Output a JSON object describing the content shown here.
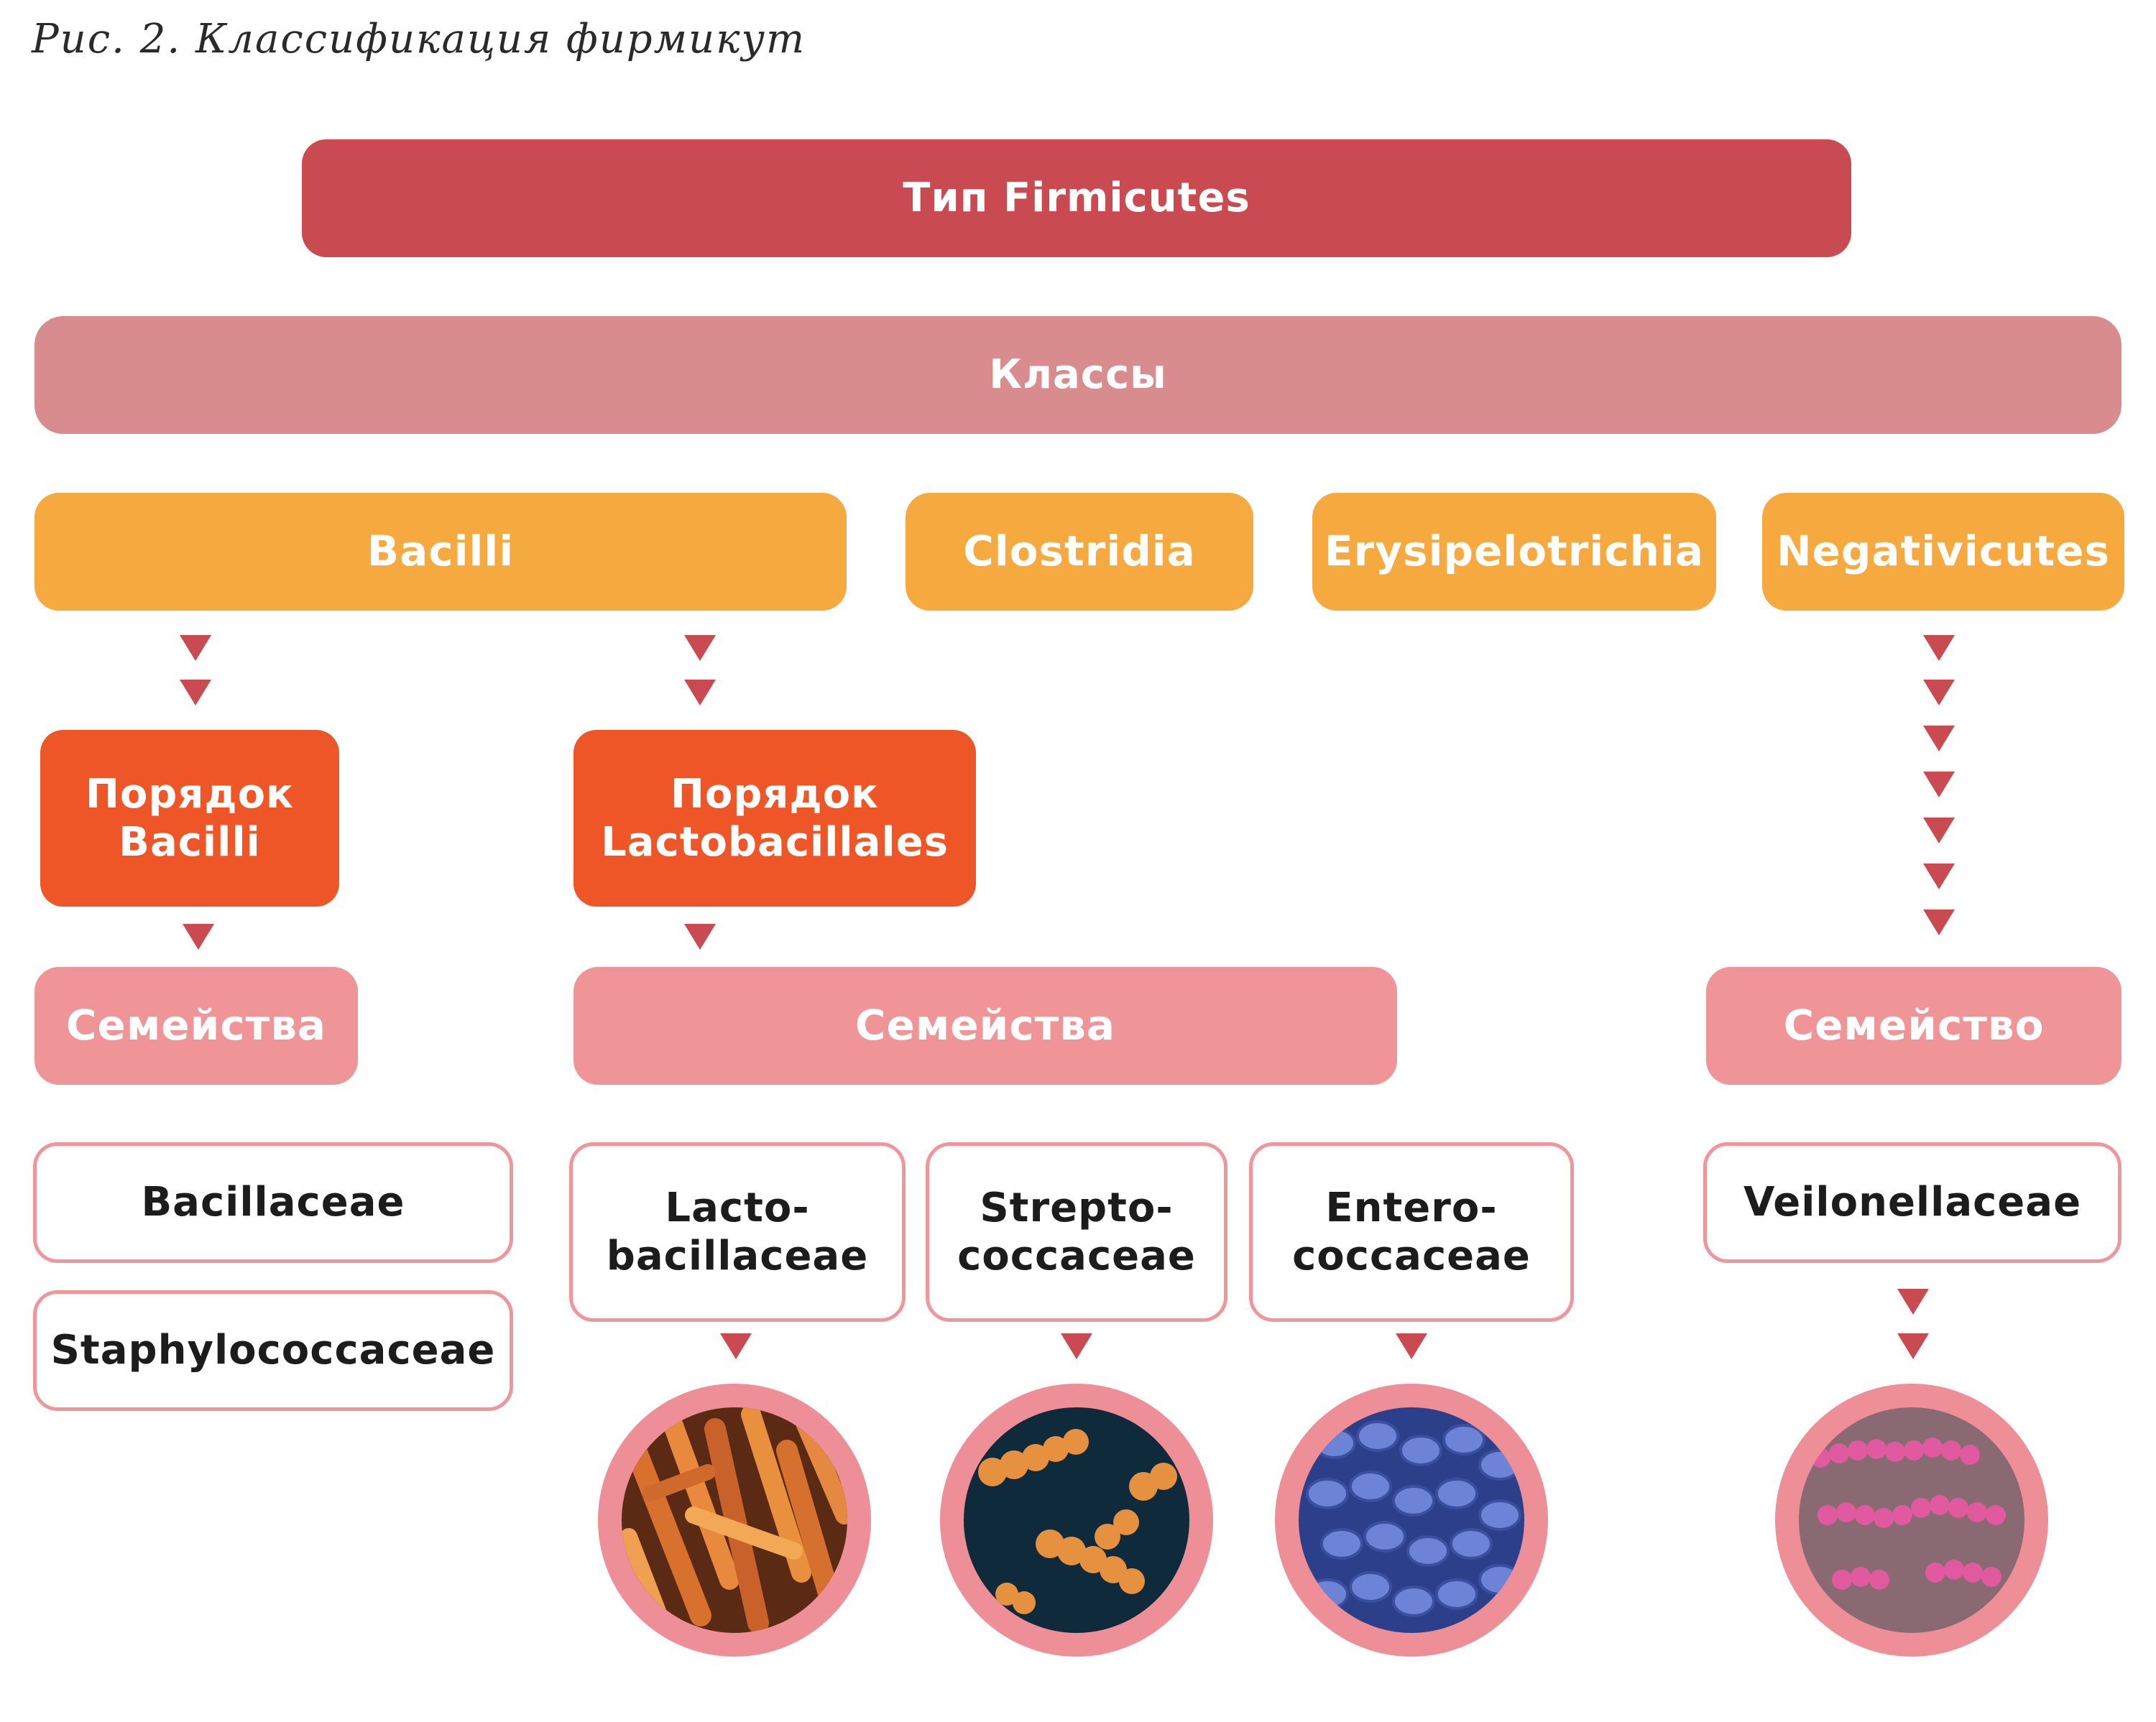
{
  "caption": "Рис. 2. Классификация фирмикут",
  "phylum": "Тип Firmicutes",
  "classes_header": "Классы",
  "classes": {
    "bacilli": "Bacilli",
    "clostridia": "Clostridia",
    "erysipelotrichia": "Erysipelotrichia",
    "negativicutes": "Negativicutes"
  },
  "orders": {
    "bacillales": {
      "line1": "Порядок",
      "line2": "Bacilli"
    },
    "lactobacillales": {
      "line1": "Порядок",
      "line2": "Lactobacillales"
    }
  },
  "family_headers": {
    "bacilli": "Семейства",
    "lacto": "Семейства",
    "negativicutes": "Семейство"
  },
  "families": {
    "bacillaceae": "Bacillaceae",
    "staphylococcaceae": "Staphylococcaceae",
    "lactobacillaceae": {
      "line1": "Lacto-",
      "line2": "bacillaceae"
    },
    "streptococcaceae": {
      "line1": "Strepto-",
      "line2": "coccaceae"
    },
    "enterococcaceae": {
      "line1": "Entero-",
      "line2": "coccaceae"
    },
    "veilonellaceae": "Veilonellaceae"
  },
  "colors": {
    "phylum": "#c94a50",
    "classes": "#d98c8e",
    "class_box": "#f6a93e",
    "order_box": "#ef5627",
    "family_header": "#f09597",
    "arrow": "#c94a50"
  }
}
